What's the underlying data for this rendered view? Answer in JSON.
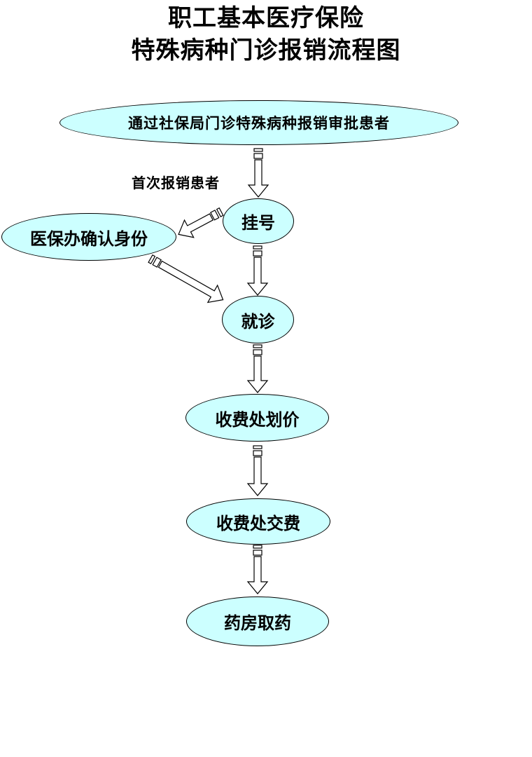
{
  "title": {
    "line1": "职工基本医疗保险",
    "line2": "特殊病种门诊报销流程图"
  },
  "side_label": "首次报销患者",
  "nodes": {
    "approved_patient": "通过社保局门诊特殊病种报销审批患者",
    "register": "挂号",
    "identity_confirm": "医保办确认身份",
    "visit": "就诊",
    "pricing": "收费处划价",
    "payment": "收费处交费",
    "pharmacy": "药房取药"
  },
  "edges": [
    {
      "from": "approved_patient",
      "to": "register",
      "style": "striped-block-arrow",
      "direction": "down"
    },
    {
      "from": "register",
      "to": "identity_confirm",
      "style": "striped-block-arrow",
      "direction": "down-left",
      "condition": "首次报销患者"
    },
    {
      "from": "identity_confirm",
      "to": "visit",
      "style": "striped-block-arrow",
      "direction": "down-right"
    },
    {
      "from": "register",
      "to": "visit",
      "style": "striped-block-arrow",
      "direction": "down"
    },
    {
      "from": "visit",
      "to": "pricing",
      "style": "striped-block-arrow",
      "direction": "down"
    },
    {
      "from": "pricing",
      "to": "payment",
      "style": "striped-block-arrow",
      "direction": "down"
    },
    {
      "from": "payment",
      "to": "pharmacy",
      "style": "striped-block-arrow",
      "direction": "down"
    }
  ],
  "colors": {
    "background": "#FFFFFF",
    "text": "#000000",
    "node_fill": "#CCFFFF",
    "node_border": "#000000",
    "arrow_fill": "#FFFFFF",
    "arrow_outline": "#000000"
  }
}
